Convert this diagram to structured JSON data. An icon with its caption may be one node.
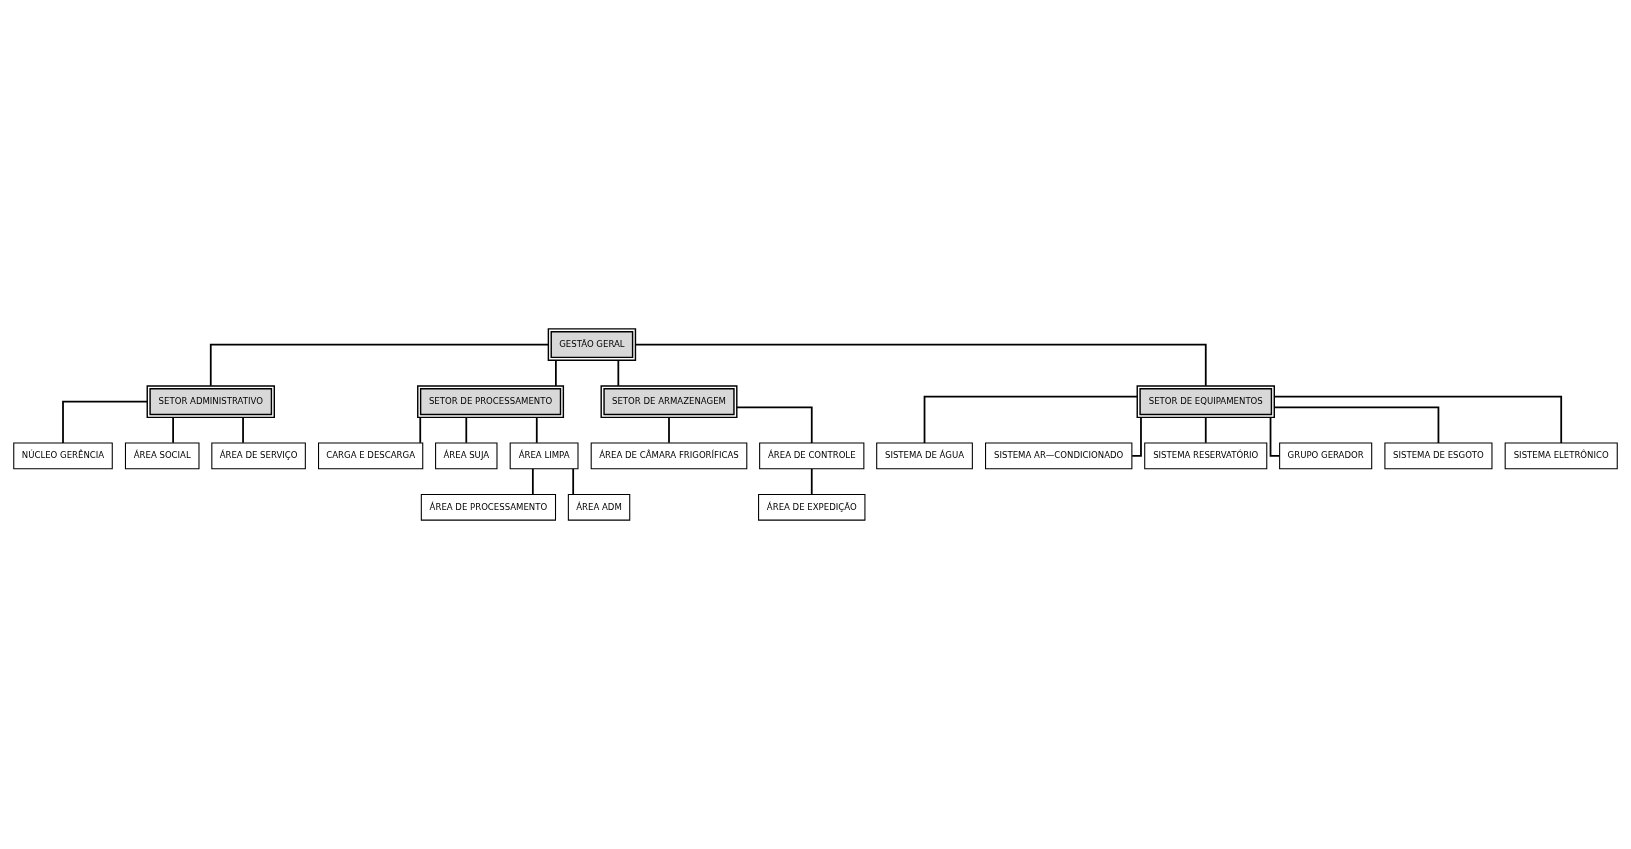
{
  "diagram": {
    "nodes": [
      {
        "text": [
          "GESTÃO GERAL"
        ]
      },
      {
        "text": [
          "SETOR ADMINISTRATIVO"
        ]
      },
      {
        "text": [
          "SETOR DE PROCESSAMENTO"
        ]
      },
      {
        "text": [
          "SETOR DE ARMAZENAGEM"
        ]
      },
      {
        "text": [
          "SETOR DE EQUIPAMENTOS"
        ]
      },
      {
        "text": [
          "NÚCLEO GERÊNCIA"
        ]
      },
      {
        "text": [
          "ÁREA SOCIAL"
        ]
      },
      {
        "text": [
          "ÁREA DE SERVIÇO"
        ]
      },
      {
        "text": [
          "CARGA E DESCARGA"
        ]
      },
      {
        "text": [
          "ÁREA SUJA"
        ]
      },
      {
        "text": [
          "ÁREA LIMPA"
        ]
      },
      {
        "text": [
          "ÁREA DE PROCESSAMENTO"
        ]
      },
      {
        "text": [
          "ÁREA ADM"
        ]
      },
      {
        "text": [
          "ÁREA DE CÂMARA FRIGORÍFICAS"
        ]
      },
      {
        "text": [
          "ÁREA DE CONTROLE"
        ]
      },
      {
        "text": [
          "ÁREA DE EXPEDIÇÃO"
        ]
      },
      {
        "text": [
          "SISTEMA DE ÁGUA"
        ]
      },
      {
        "text": [
          "SISTEMA AR—CONDICIONADO"
        ]
      },
      {
        "text": [
          "SISTEMA RESERVATÓRIO"
        ]
      },
      {
        "text": [
          "GRUPO GERADOR"
        ]
      },
      {
        "text": [
          "SISTEMA DE ESGOTO"
        ]
      },
      {
        "text": [
          "SISTEMA ELETRÔNICO"
        ]
      }
    ],
    "edges": [
      {
        "from": 0,
        "to": 1,
        "arrow": "none"
      },
      {
        "from": 0,
        "to": 2,
        "arrow": "none"
      },
      {
        "from": 0,
        "to": 3,
        "arrow": "none"
      },
      {
        "from": 0,
        "to": 4,
        "arrow": "none"
      },
      {
        "from": 1,
        "to": 5,
        "arrow": "none"
      },
      {
        "from": 1,
        "to": 6,
        "arrow": "none"
      },
      {
        "from": 1,
        "to": 7,
        "arrow": "none"
      },
      {
        "from": 2,
        "to": 8,
        "arrow": "none"
      },
      {
        "from": 2,
        "to": 9,
        "arrow": "none"
      },
      {
        "from": 2,
        "to": 10,
        "arrow": "none"
      },
      {
        "from": 10,
        "to": 11,
        "arrow": "none"
      },
      {
        "from": 10,
        "to": 12,
        "arrow": "none"
      },
      {
        "from": 3,
        "to": 13,
        "arrow": "none"
      },
      {
        "from": 3,
        "to": 14,
        "arrow": "none"
      },
      {
        "from": 14,
        "to": 15,
        "arrow": "none"
      },
      {
        "from": 4,
        "to": 16,
        "arrow": "none"
      },
      {
        "from": 4,
        "to": 17,
        "arrow": "none"
      },
      {
        "from": 4,
        "to": 18,
        "arrow": "none"
      },
      {
        "from": 4,
        "to": 19,
        "arrow": "none"
      },
      {
        "from": 4,
        "to": 20,
        "arrow": "none"
      },
      {
        "from": 4,
        "to": 21,
        "arrow": "none"
      }
    ]
  }
}
